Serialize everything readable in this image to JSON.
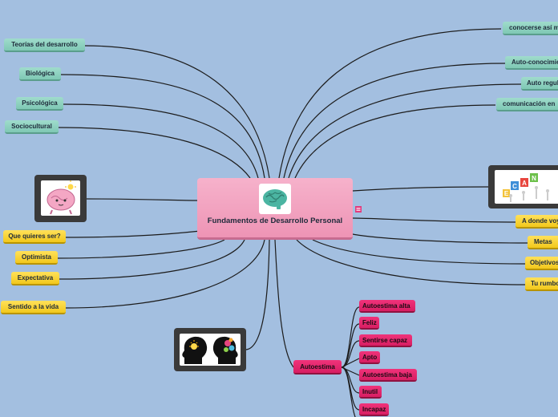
{
  "central": {
    "title": "Fundamentos de Desarrollo Personal"
  },
  "left_top": [
    {
      "label": "Teorías del desarrollo"
    },
    {
      "label": "Biológica"
    },
    {
      "label": "Psicológica"
    },
    {
      "label": "Sociocultural"
    }
  ],
  "right_top": [
    {
      "label": "conocerse así mismo"
    },
    {
      "label": "Auto-conocimiento"
    },
    {
      "label": "Auto regulación"
    },
    {
      "label": "comunicación en"
    }
  ],
  "left_yellow": [
    {
      "label": "Que quieres ser?"
    },
    {
      "label": "Optimista"
    },
    {
      "label": "Expectativa"
    },
    {
      "label": "Sentido a la vida"
    }
  ],
  "right_yellow": [
    {
      "label": "A donde voy?"
    },
    {
      "label": "Metas"
    },
    {
      "label": "Objetivos"
    },
    {
      "label": "Tu rumbo"
    }
  ],
  "autoestima": {
    "label": "Autoestima",
    "children": [
      {
        "label": "Autoestima alta"
      },
      {
        "label": "Feliz"
      },
      {
        "label": "Sentirse capaz"
      },
      {
        "label": "Apto"
      },
      {
        "label": "Autoestima baja"
      },
      {
        "label": "Inutil"
      },
      {
        "label": "Incapaz"
      }
    ]
  },
  "images": {
    "brain_character": "brain-character-icon",
    "heads": "two-heads-icon",
    "we_can": "we-can-blocks-image",
    "we_can_letters": "WE CAN"
  },
  "colors": {
    "background": "#a3bfe0",
    "teal": "#8fd3c1",
    "yellow": "#f5cc22",
    "pink": "#e3286e",
    "central": "#f2a3c0"
  }
}
